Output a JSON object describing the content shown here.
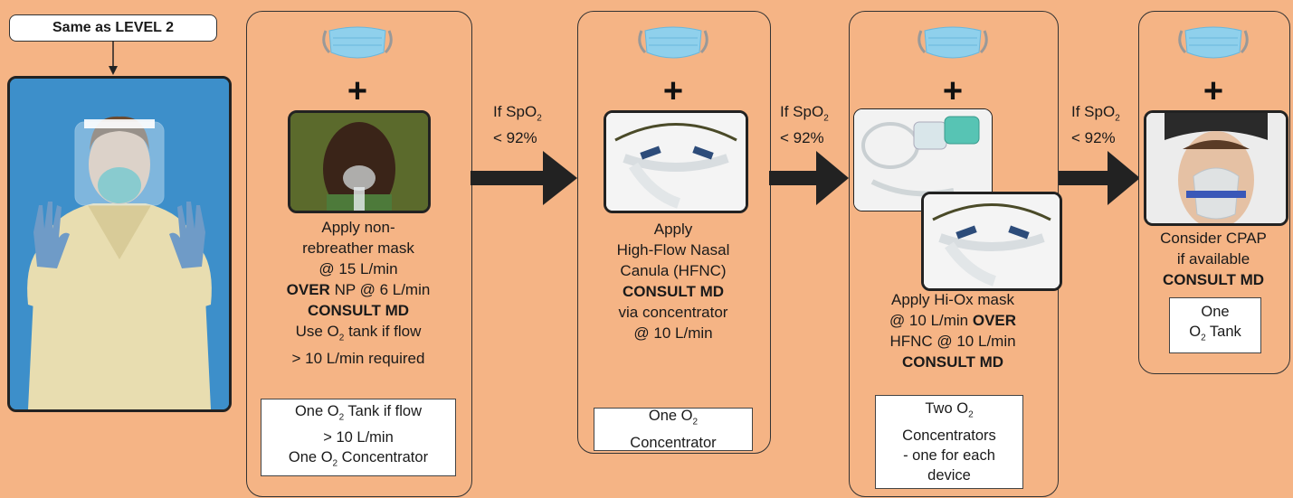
{
  "header": {
    "level_label": "Same as LEVEL 2"
  },
  "columns": [
    {
      "lines": [
        "Apply non-",
        "rebreather mask",
        "@ 15 L/min"
      ],
      "emph1": "OVER",
      "after_emph1": " NP @ 6 L/min",
      "consult": "CONSULT MD",
      "tail_a": "Use O",
      "tail_b": " tank if flow",
      "tail_c": "> 10 L/min required",
      "box": {
        "l1a": "One O",
        "l1b": " Tank if flow",
        "l2": "> 10 L/min",
        "l3a": "One O",
        "l3b": " Concentrator"
      }
    },
    {
      "lines": [
        "Apply",
        "High-Flow Nasal",
        "Canula (HFNC)"
      ],
      "consult": "CONSULT MD",
      "tail": [
        "via concentrator",
        "@ 10 L/min"
      ],
      "box": {
        "l1a": "One O",
        "l2": "Concentrator"
      }
    },
    {
      "line1": "Apply Hi-Ox mask",
      "line2a": "@ 10 L/min ",
      "emph": "OVER",
      "line3": "HFNC @ 10 L/min",
      "consult": "CONSULT MD",
      "box": {
        "l1a": "Two O",
        "l2": "Concentrators",
        "l3": "- one for each",
        "l4": "device"
      }
    },
    {
      "lines": [
        "Consider CPAP",
        "if available"
      ],
      "consult": "CONSULT MD",
      "box": {
        "l1": "One",
        "l2a": "O",
        "l2b": " Tank"
      }
    }
  ],
  "conditions": {
    "prefix": "If SpO",
    "sub": "2",
    "threshold": "< 92%"
  },
  "plus_symbol": "+",
  "o2_sub": "2",
  "icons": [
    "surgical-mask-icon",
    "plus-icon",
    "right-arrow-icon",
    "down-arrow-icon"
  ],
  "colors": {
    "background": "#f5b485",
    "panel_border": "#333333",
    "arrow": "#222222"
  }
}
